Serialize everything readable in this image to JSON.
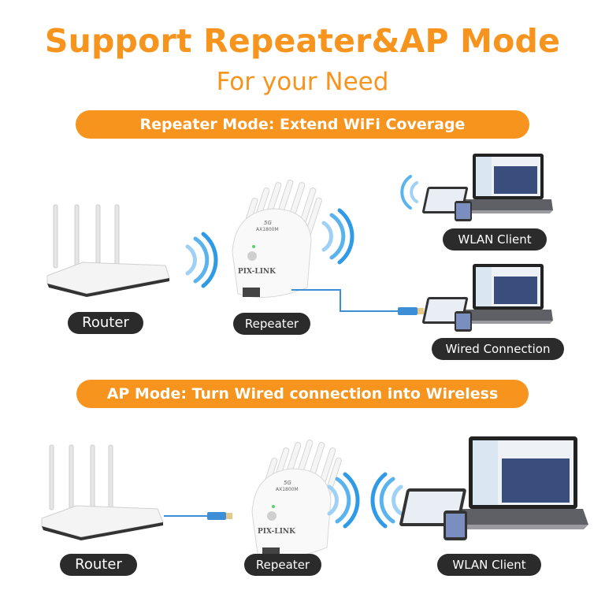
{
  "header": {
    "title": "Support Repeater&AP Mode",
    "subtitle": "For your Need"
  },
  "colors": {
    "accent": "#f7941d",
    "pill_bg": "#2b2b2b",
    "signal_blue": "#2f9be6",
    "cable_blue": "#3c8fd6"
  },
  "repeater_section": {
    "banner": "Repeater Mode: Extend WiFi Coverage",
    "devices": {
      "router_label": "Router",
      "repeater_label": "Repeater",
      "wlan_client_label": "WLAN Client",
      "wired_label": "Wired Connection"
    }
  },
  "ap_section": {
    "banner": "AP Mode: Turn Wired connection into Wireless",
    "devices": {
      "router_label": "Router",
      "repeater_label": "Repeater",
      "wlan_client_label": "WLAN Client"
    }
  },
  "product": {
    "brand": "PIX-LINK",
    "model": "AX1800M",
    "band": "5G"
  }
}
